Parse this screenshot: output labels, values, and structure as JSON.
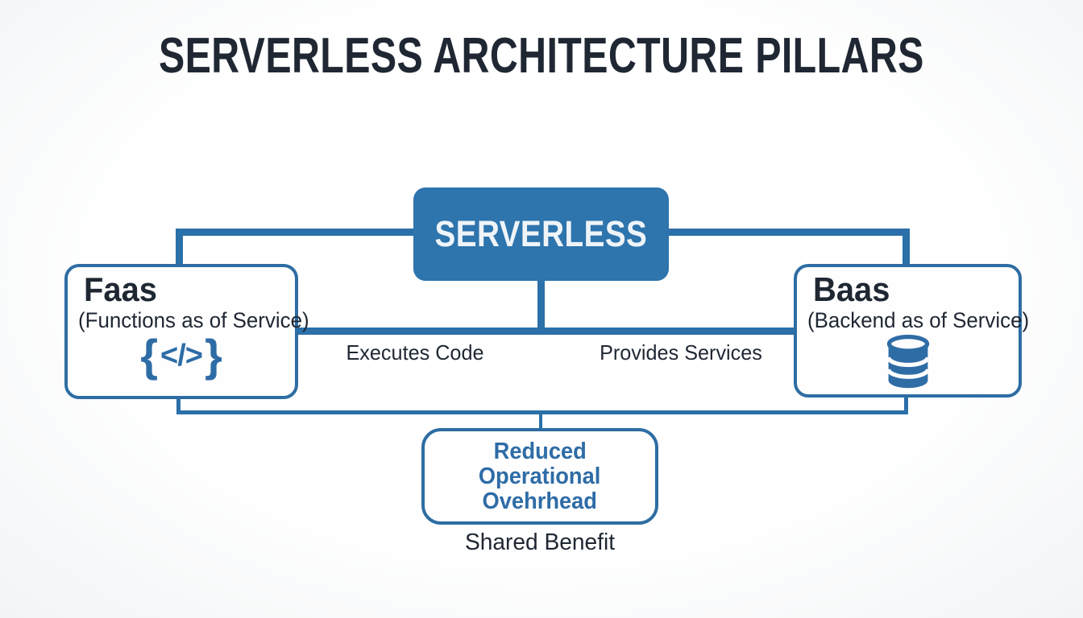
{
  "title": "SERVERLESS ARCHITECTURE PILLARS",
  "root": {
    "label": "SERVERLESS"
  },
  "faas": {
    "title": "Faas",
    "subtitle": "(Functions as of Service)",
    "icon": "code-braces-icon",
    "icon_open": "{",
    "icon_tag": "</>",
    "icon_close": "}"
  },
  "baas": {
    "title": "Baas",
    "subtitle": "(Backend as of Service)",
    "icon": "database-icon"
  },
  "edges": {
    "faas_label": "Executes Code",
    "baas_label": "Provides Services"
  },
  "benefit": {
    "line1": "Reduced",
    "line2": "Operational",
    "line3": "Ovehrhead",
    "caption": "Shared Benefit"
  },
  "colors": {
    "box-fill": "#2e74ad",
    "line": "#2b70a9",
    "border": "#2d6da3",
    "accent-text": "#2e6ca6",
    "dark-text": "#1f2733",
    "box-text": "#eef4f8",
    "bg-center": "#ffffff",
    "bg-edge": "#f2f4f6"
  }
}
